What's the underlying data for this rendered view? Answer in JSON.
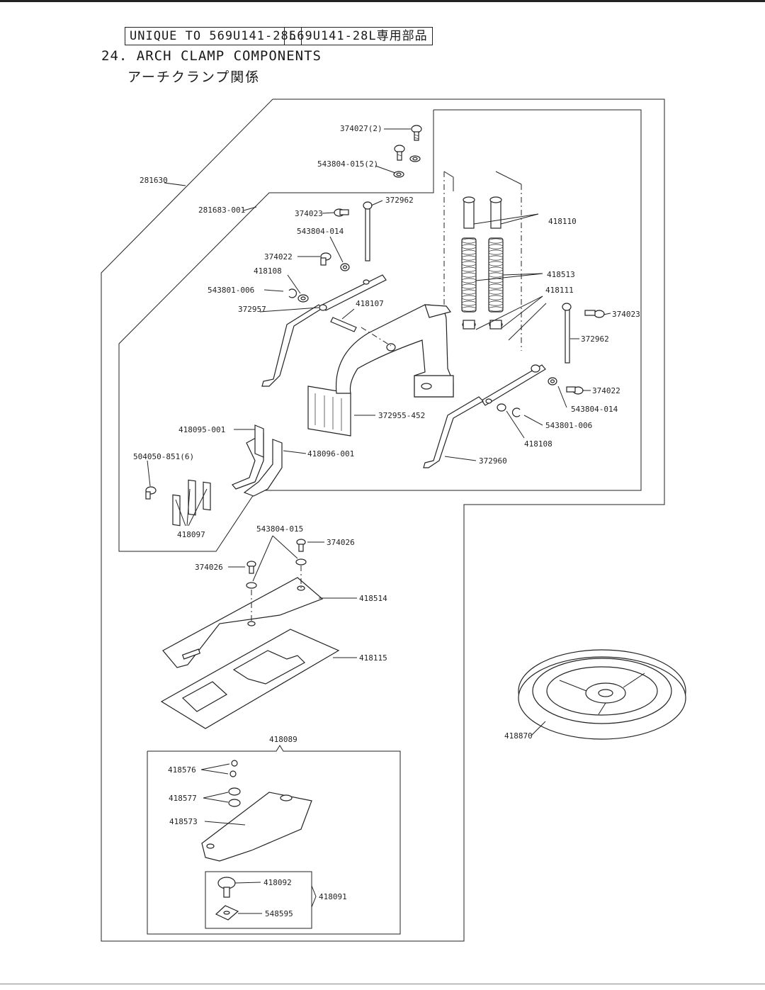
{
  "header": {
    "unique_label": "UNIQUE TO 569U141-28L",
    "jp_label": "569U141-28L専用部品",
    "title": "24. ARCH CLAMP COMPONENTS",
    "subtitle": "アーチクランプ関係"
  },
  "callouts": {
    "p374027": "374027(2)",
    "p543804_015_2": "543804-015(2)",
    "p281630": "281630",
    "p281683": "281683-001",
    "p372962a": "372962",
    "p374023a": "374023",
    "p418110": "418110",
    "p543804_014a": "543804-014",
    "p374022a": "374022",
    "p418108a": "418108",
    "p418513": "418513",
    "p543801_006a": "543801-006",
    "p418111": "418111",
    "p372957": "372957",
    "p418107": "418107",
    "p374023b": "374023",
    "p372962b": "372962",
    "p374022b": "374022",
    "p543804_014b": "543804-014",
    "p372955": "372955-452",
    "p543801_006b": "543801-006",
    "p418095": "418095-001",
    "p418108b": "418108",
    "p504050": "504050-851(6)",
    "p418096": "418096-001",
    "p372960": "372960",
    "p418097": "418097",
    "p543804_015": "543804-015",
    "p374026a": "374026",
    "p374026b": "374026",
    "p418514": "418514",
    "p418115": "418115",
    "p418870": "418870",
    "p418089": "418089",
    "p418576": "418576",
    "p418577": "418577",
    "p418573": "418573",
    "p418092": "418092",
    "p418091": "418091",
    "p548595": "548595"
  }
}
